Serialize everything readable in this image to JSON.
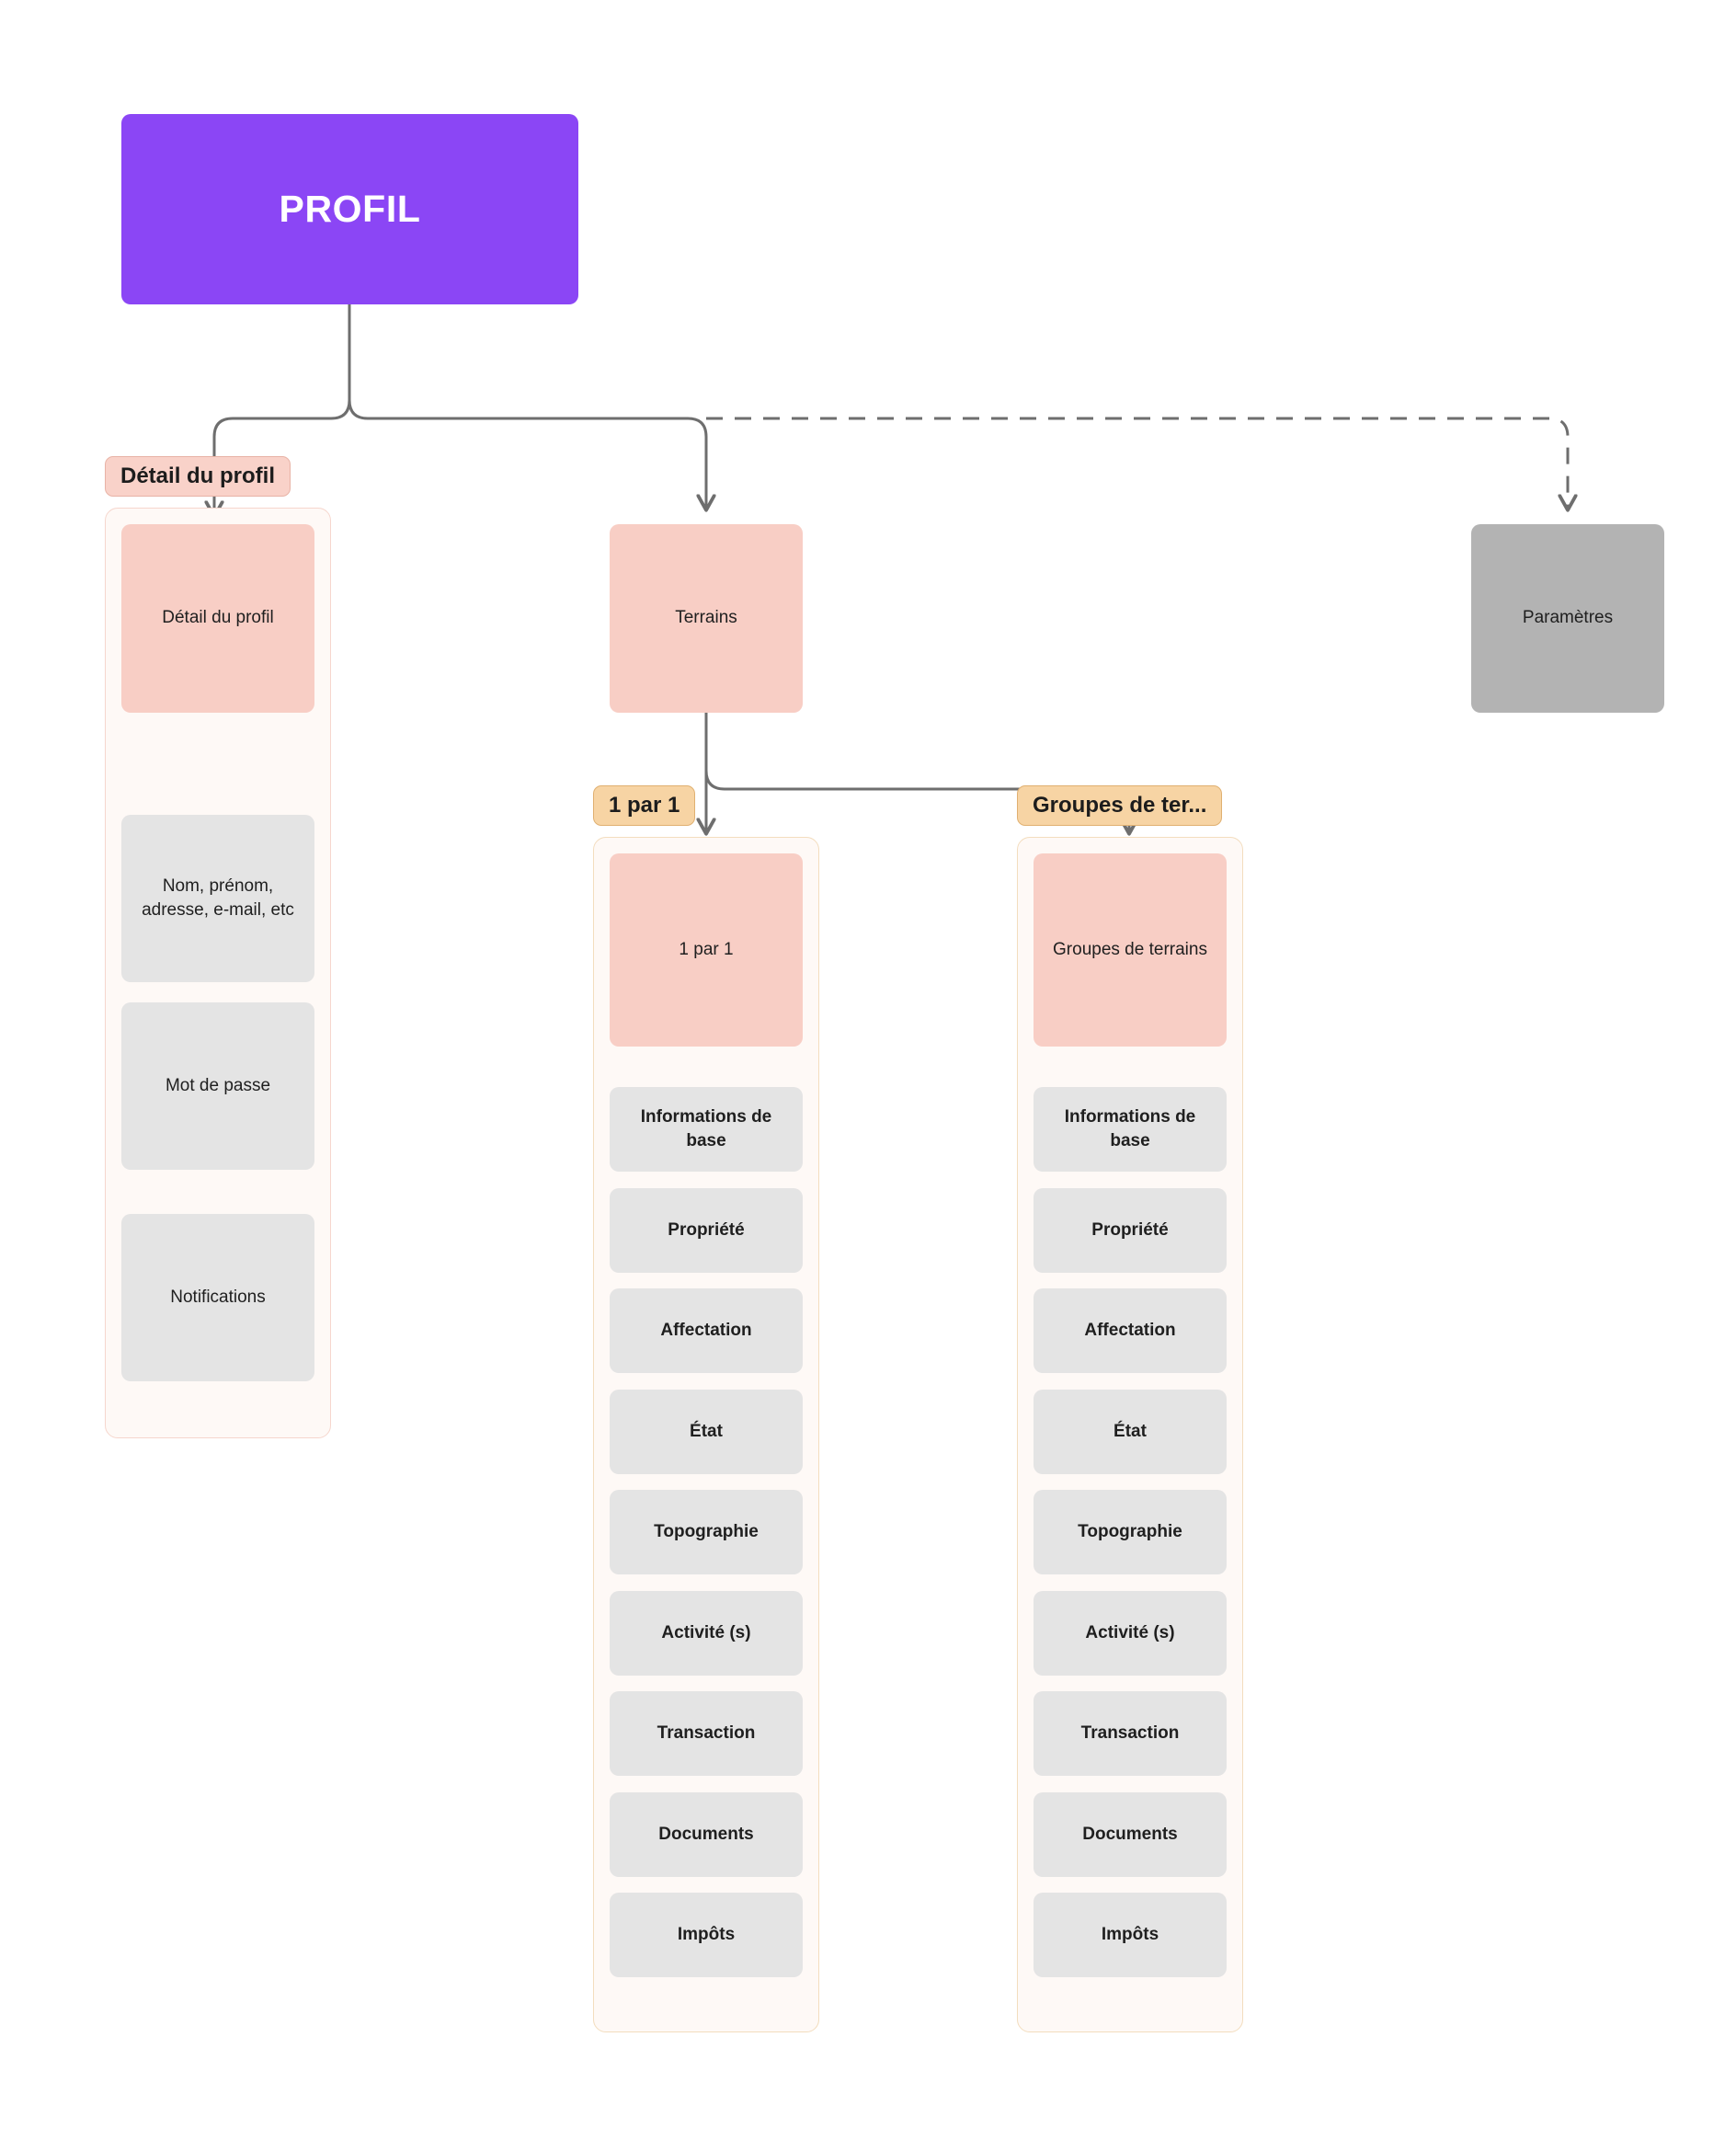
{
  "diagram": {
    "title": "PROFIL",
    "type": "flowchart",
    "colors": {
      "root": "#8B46F5",
      "card_pink": "#F8CEC5",
      "card_grey": "#E4E4E4",
      "card_dark_grey": "#B3B3B3",
      "badge_pink": "#F9D2C9",
      "badge_orange": "#F7D4A4",
      "container_bg": "#FEF9F6",
      "connector": "#6E6E6E",
      "page_bg": "#FFFFFF"
    }
  },
  "root": {
    "label": "PROFIL"
  },
  "branches": {
    "profile": {
      "badge": "Détail du profil",
      "head_card": "Détail du profil",
      "items": [
        "Nom, prénom, adresse, e-mail, etc",
        "Mot de passe",
        "Notifications"
      ]
    },
    "terrains": {
      "head_card": "Terrains",
      "subcolumns": [
        {
          "badge": "1 par 1",
          "head_card": "1 par 1",
          "items": [
            "Informations de base",
            "Propriété",
            "Affectation",
            "État",
            "Topographie",
            "Activité (s)",
            "Transaction",
            "Documents",
            "Impôts"
          ]
        },
        {
          "badge": "Groupes de ter...",
          "head_card": "Groupes de terrains",
          "items": [
            "Informations de base",
            "Propriété",
            "Affectation",
            "État",
            "Topographie",
            "Activité (s)",
            "Transaction",
            "Documents",
            "Impôts"
          ]
        }
      ]
    },
    "settings": {
      "head_card": "Paramètres"
    }
  }
}
